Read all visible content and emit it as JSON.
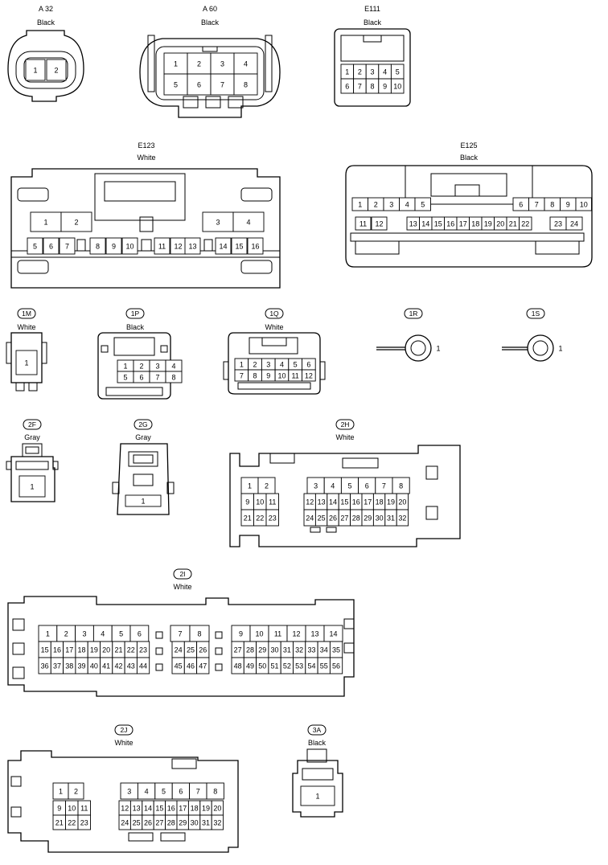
{
  "connectors": [
    {
      "id": "A32",
      "name": "A 32",
      "color": "Black",
      "tag": false,
      "rows": [
        [
          "1",
          "2"
        ]
      ]
    },
    {
      "id": "A60",
      "name": "A 60",
      "color": "Black",
      "tag": false,
      "rows": [
        [
          "1",
          "2",
          "3",
          "4"
        ],
        [
          "5",
          "6",
          "7",
          "8"
        ]
      ]
    },
    {
      "id": "E111",
      "name": "E111",
      "color": "Black",
      "tag": false,
      "rows": [
        [
          "1",
          "2",
          "3",
          "4",
          "5"
        ],
        [
          "6",
          "7",
          "8",
          "9",
          "10"
        ]
      ]
    },
    {
      "id": "E123",
      "name": "E123",
      "color": "White",
      "tag": false,
      "rows": [
        [
          "1",
          "2",
          "3",
          "4"
        ],
        [
          "5",
          "6",
          "7",
          "8",
          "9",
          "10",
          "11",
          "12",
          "13",
          "14",
          "15",
          "16"
        ]
      ]
    },
    {
      "id": "E125",
      "name": "E125",
      "color": "Black",
      "tag": false,
      "rows": [
        [
          "1",
          "2",
          "3",
          "4",
          "5",
          "6",
          "7",
          "8",
          "9",
          "10"
        ],
        [
          "11",
          "12",
          "13",
          "14",
          "15",
          "16",
          "17",
          "18",
          "19",
          "20",
          "21",
          "22",
          "23",
          "24"
        ]
      ]
    },
    {
      "id": "1M",
      "name": "1M",
      "color": "White",
      "tag": true,
      "rows": [
        [
          "1"
        ]
      ]
    },
    {
      "id": "1P",
      "name": "1P",
      "color": "Black",
      "tag": true,
      "rows": [
        [
          "1",
          "2",
          "3",
          "4"
        ],
        [
          "5",
          "6",
          "7",
          "8"
        ]
      ]
    },
    {
      "id": "1Q",
      "name": "1Q",
      "color": "White",
      "tag": true,
      "rows": [
        [
          "1",
          "2",
          "3",
          "4",
          "5",
          "6"
        ],
        [
          "7",
          "8",
          "9",
          "10",
          "11",
          "12"
        ]
      ]
    },
    {
      "id": "1R",
      "name": "1R",
      "color": "",
      "tag": true,
      "rows": [
        [
          "1"
        ]
      ]
    },
    {
      "id": "1S",
      "name": "1S",
      "color": "",
      "tag": true,
      "rows": [
        [
          "1"
        ]
      ]
    },
    {
      "id": "2F",
      "name": "2F",
      "color": "Gray",
      "tag": true,
      "rows": [
        [
          "1"
        ]
      ]
    },
    {
      "id": "2G",
      "name": "2G",
      "color": "Gray",
      "tag": true,
      "rows": [
        [
          "1"
        ]
      ]
    },
    {
      "id": "2H",
      "name": "2H",
      "color": "White",
      "tag": true,
      "rows": [
        [
          "1",
          "2",
          "3",
          "4",
          "5",
          "6",
          "7",
          "8"
        ],
        [
          "9",
          "10",
          "11",
          "12",
          "13",
          "14",
          "15",
          "16",
          "17",
          "18",
          "19",
          "20"
        ],
        [
          "21",
          "22",
          "23",
          "24",
          "25",
          "26",
          "27",
          "28",
          "29",
          "30",
          "31",
          "32"
        ]
      ]
    },
    {
      "id": "2I",
      "name": "2I",
      "color": "White",
      "tag": true,
      "rows": [
        [
          "1",
          "2",
          "3",
          "4",
          "5",
          "6",
          "7",
          "8",
          "9",
          "10",
          "11",
          "12",
          "13",
          "14"
        ],
        [
          "15",
          "16",
          "17",
          "18",
          "19",
          "20",
          "21",
          "22",
          "23",
          "24",
          "25",
          "26",
          "27",
          "28",
          "29",
          "30",
          "31",
          "32",
          "33",
          "34",
          "35"
        ],
        [
          "36",
          "37",
          "38",
          "39",
          "40",
          "41",
          "42",
          "43",
          "44",
          "45",
          "46",
          "47",
          "48",
          "49",
          "50",
          "51",
          "52",
          "53",
          "54",
          "55",
          "56"
        ]
      ]
    },
    {
      "id": "2J",
      "name": "2J",
      "color": "White",
      "tag": true,
      "rows": [
        [
          "1",
          "2",
          "3",
          "4",
          "5",
          "6",
          "7",
          "8"
        ],
        [
          "9",
          "10",
          "11",
          "12",
          "13",
          "14",
          "15",
          "16",
          "17",
          "18",
          "19",
          "20"
        ],
        [
          "21",
          "22",
          "23",
          "24",
          "25",
          "26",
          "27",
          "28",
          "29",
          "30",
          "31",
          "32"
        ]
      ]
    },
    {
      "id": "3A",
      "name": "3A",
      "color": "Black",
      "tag": true,
      "rows": [
        [
          "1"
        ]
      ]
    }
  ]
}
